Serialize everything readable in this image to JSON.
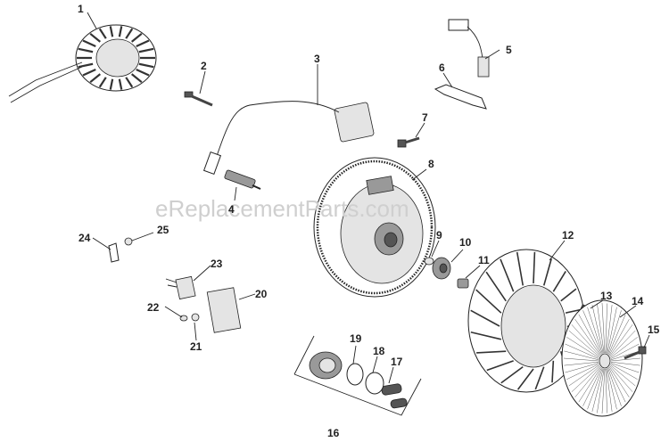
{
  "watermark": "eReplacementParts.com",
  "callouts": [
    "1",
    "2",
    "3",
    "4",
    "5",
    "6",
    "7",
    "8",
    "9",
    "10",
    "11",
    "12",
    "13",
    "14",
    "15",
    "16",
    "17",
    "18",
    "19",
    "20",
    "21",
    "22",
    "23",
    "24",
    "25"
  ]
}
